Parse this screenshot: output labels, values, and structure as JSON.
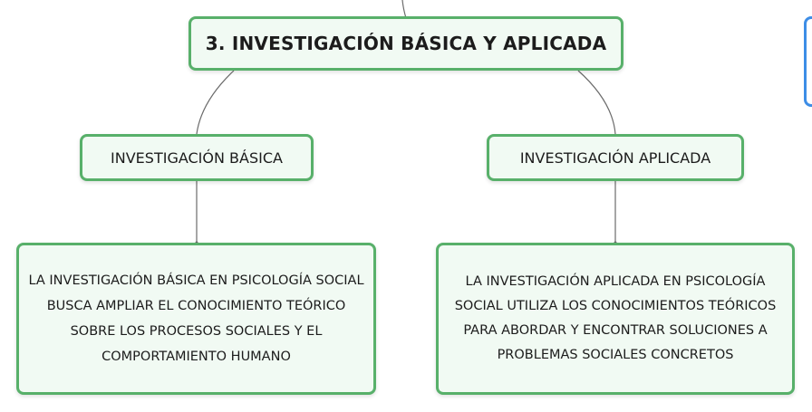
{
  "root": {
    "label": "3. INVESTIGACIÓN BÁSICA Y APLICADA"
  },
  "branches": [
    {
      "title": "INVESTIGACIÓN BÁSICA",
      "description": "LA INVESTIGACIÓN BÁSICA EN PSICOLOGÍA SOCIAL BUSCA AMPLIAR EL CONOCIMIENTO TEÓRICO SOBRE LOS PROCESOS SOCIALES Y EL COMPORTAMIENTO HUMANO"
    },
    {
      "title": "INVESTIGACIÓN APLICADA",
      "description": "LA INVESTIGACIÓN APLICADA EN PSICOLOGÍA SOCIAL UTILIZA LOS CONOCIMIENTOS TEÓRICOS PARA ABORDAR Y ENCONTRAR SOLUCIONES A PROBLEMAS SOCIALES CONCRETOS"
    }
  ],
  "colors": {
    "node_border": "#58b06a",
    "node_fill": "#f1faf3",
    "connector": "#6b6b6b",
    "partial_node_border": "#3d8de6"
  }
}
